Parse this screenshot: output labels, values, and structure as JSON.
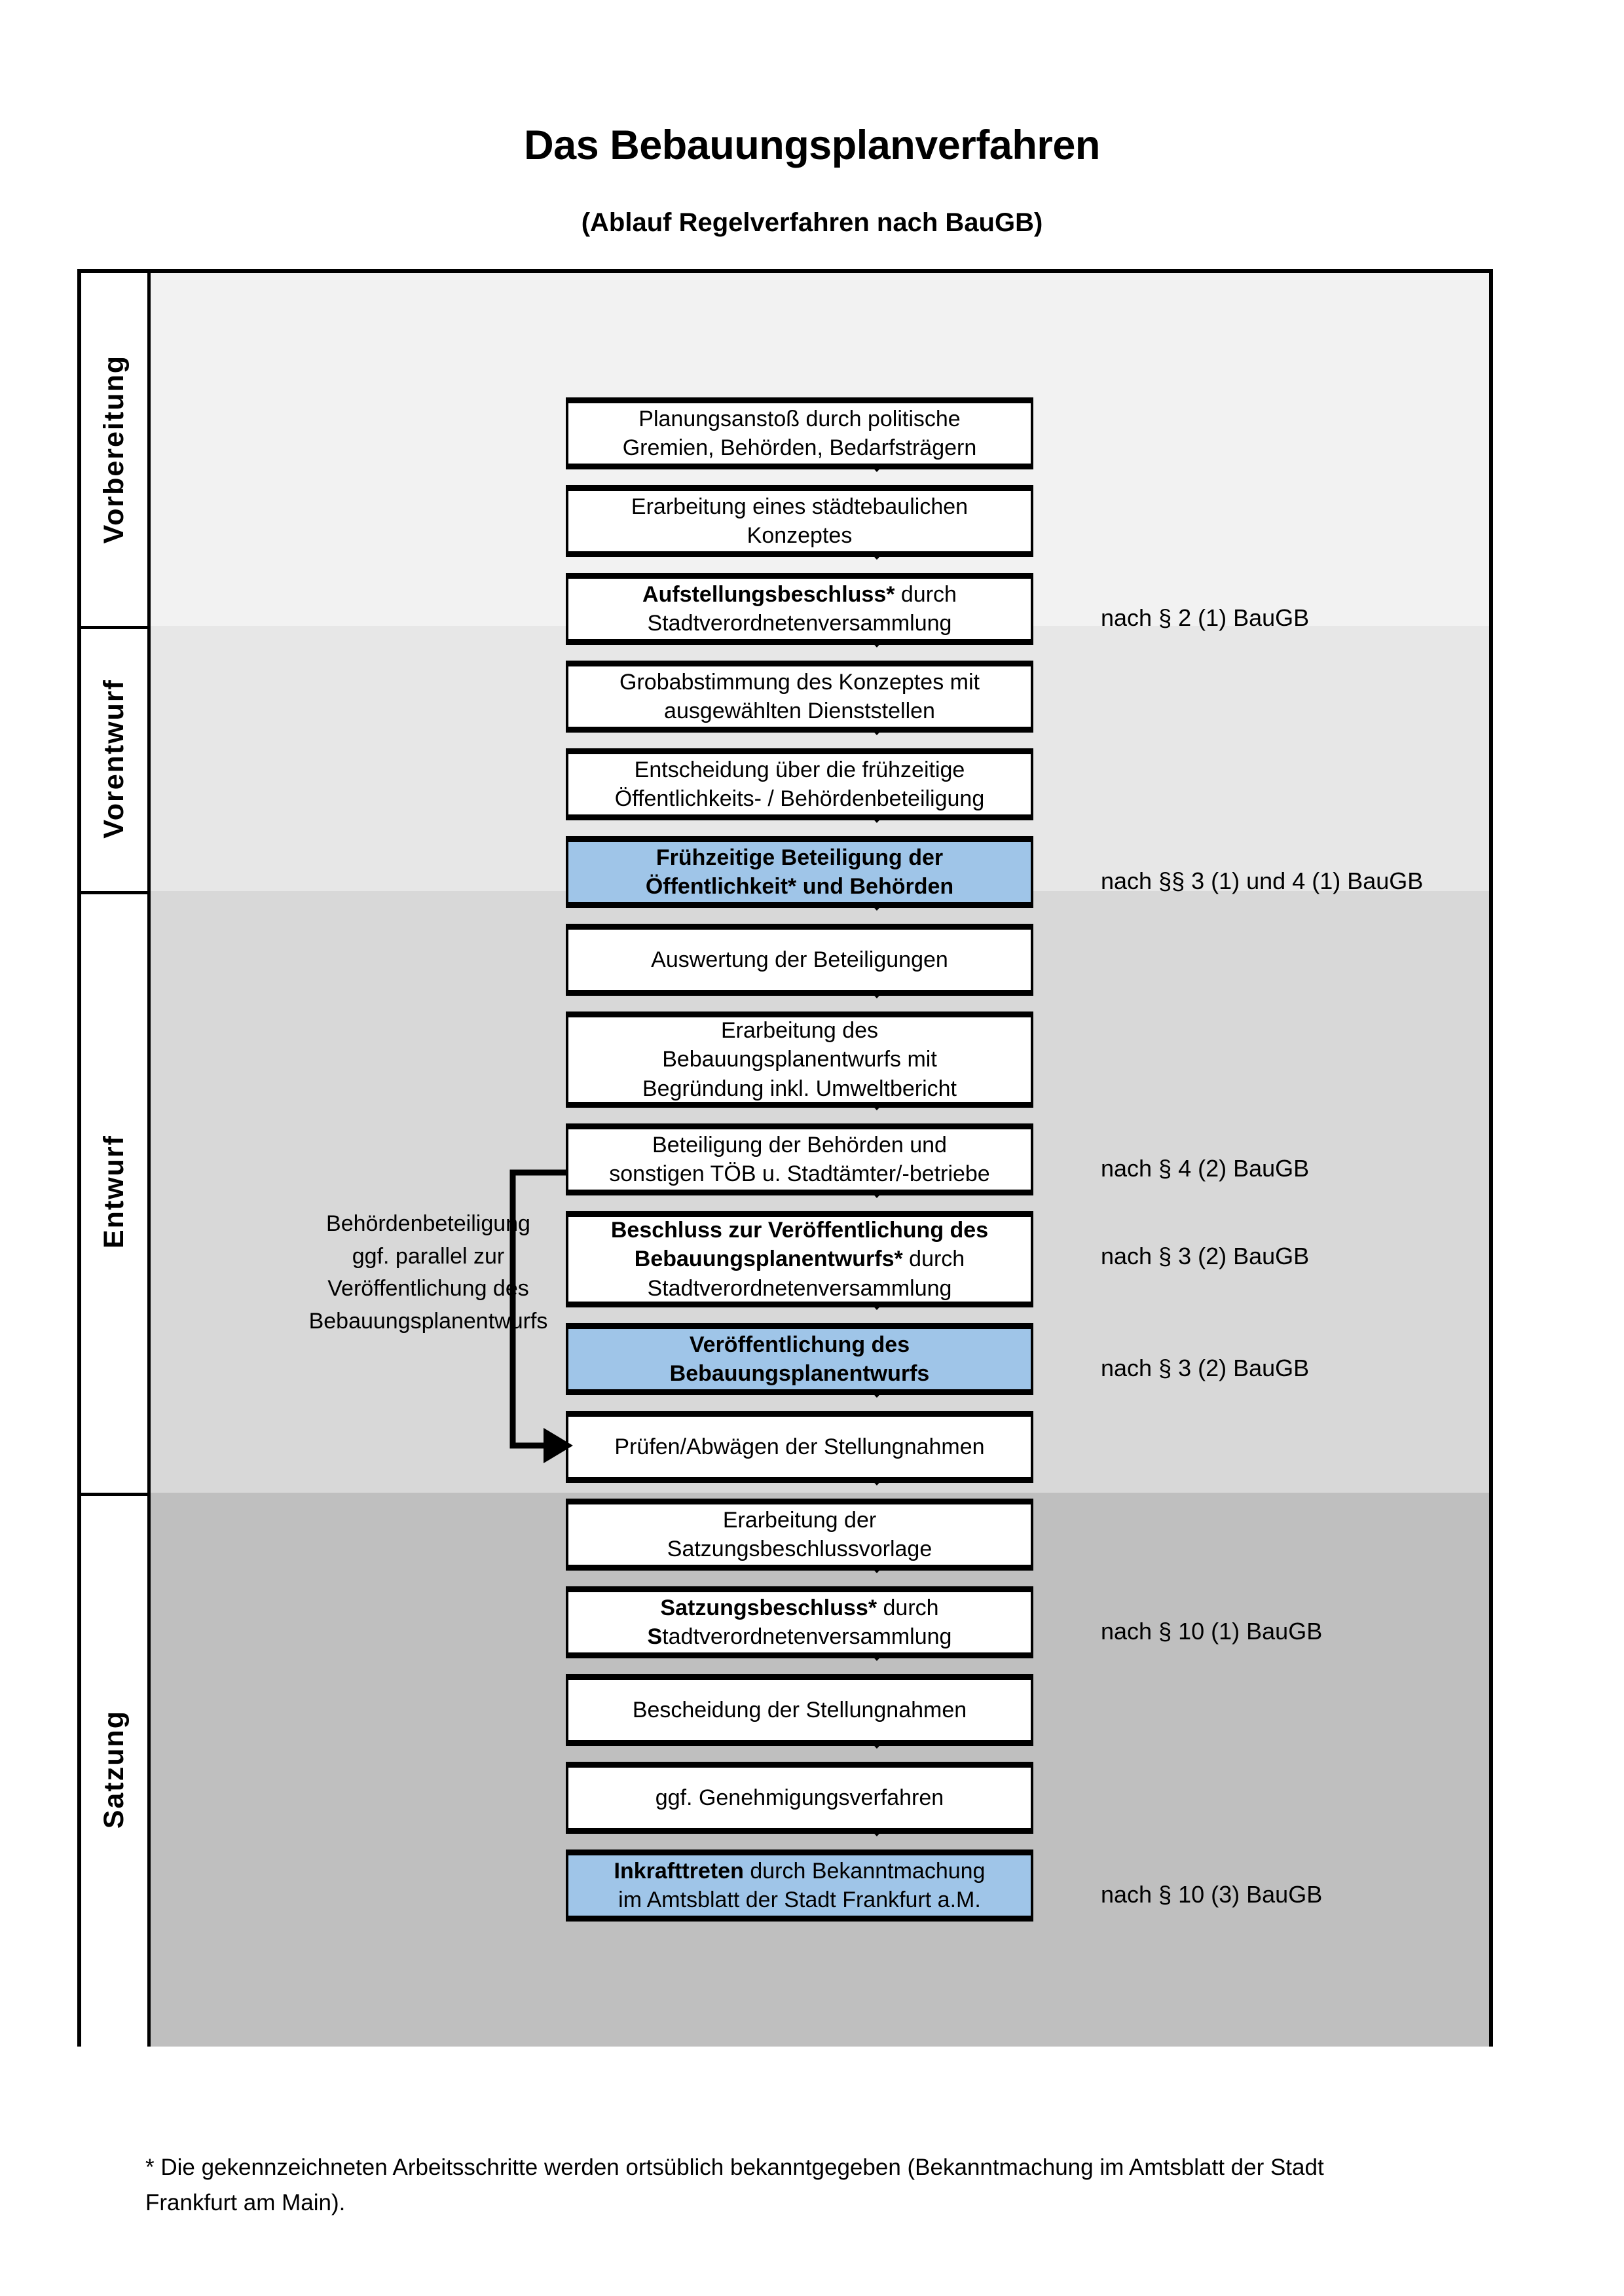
{
  "header": {
    "title": "Das Bebauungsplanverfahren",
    "subtitle": "(Ablauf Regelverfahren nach BauGB)"
  },
  "phases": [
    {
      "id": "vorbereitung",
      "label": "Vorbereitung",
      "bg": "#F2F2F2"
    },
    {
      "id": "vorentwurf",
      "label": "Vorentwurf",
      "bg": "#E7E7E7"
    },
    {
      "id": "entwurf",
      "label": "Entwurf",
      "bg": "#D8D8D8"
    },
    {
      "id": "satzung",
      "label": "Satzung",
      "bg": "#BFBFBF"
    }
  ],
  "steps": [
    {
      "id": "s1",
      "phase": "vorbereitung",
      "lines": [
        "Planungsanstoß durch politische",
        "Gremien, Behörden, Bedarfsträgern"
      ],
      "bold": "",
      "highlight": false
    },
    {
      "id": "s2",
      "phase": "vorbereitung",
      "lines": [
        "Erarbeitung eines städtebaulichen",
        "Konzeptes"
      ],
      "bold": "",
      "highlight": false
    },
    {
      "id": "s3",
      "phase": "vorbereitung",
      "lines": [
        "Aufstellungsbeschluss* durch",
        "Stadtverordnetenversammlung"
      ],
      "bold": "Aufstellungsbeschluss*",
      "highlight": false
    },
    {
      "id": "s4",
      "phase": "vorentwurf",
      "lines": [
        "Grobabstimmung des Konzeptes mit",
        "ausgewählten Dienststellen"
      ],
      "bold": "",
      "highlight": false
    },
    {
      "id": "s5",
      "phase": "vorentwurf",
      "lines": [
        "Entscheidung über die frühzeitige",
        "Öffentlichkeits- / Behördenbeteiligung"
      ],
      "bold": "",
      "highlight": false
    },
    {
      "id": "s6",
      "phase": "vorentwurf",
      "lines": [
        "Frühzeitige Beteiligung der",
        "Öffentlichkeit* und Behörden"
      ],
      "bold": "all",
      "highlight": true
    },
    {
      "id": "s7",
      "phase": "entwurf",
      "lines": [
        "Auswertung der Beteiligungen"
      ],
      "bold": "",
      "highlight": false
    },
    {
      "id": "s8",
      "phase": "entwurf",
      "lines": [
        "Erarbeitung des",
        "Bebauungsplanentwurfs mit",
        "Begründung inkl. Umweltbericht"
      ],
      "bold": "",
      "highlight": false
    },
    {
      "id": "s9",
      "phase": "entwurf",
      "lines": [
        "Beteiligung der Behörden und",
        "sonstigen TÖB u. Stadtämter/-betriebe"
      ],
      "bold": "",
      "highlight": false
    },
    {
      "id": "s10",
      "phase": "entwurf",
      "lines": [
        "Beschluss zur Veröffentlichung des",
        "Bebauungsplanentwurfs* durch",
        "Stadtverordnetenversammlung"
      ],
      "bold": "Beschluss zur Veröffentlichung des Bebauungsplanentwurfs*",
      "highlight": false
    },
    {
      "id": "s11",
      "phase": "entwurf",
      "lines": [
        "Veröffentlichung des",
        "Bebauungsplanentwurfs"
      ],
      "bold": "all",
      "highlight": true
    },
    {
      "id": "s12",
      "phase": "satzung",
      "lines": [
        "Prüfen/Abwägen der Stellungnahmen"
      ],
      "bold": "",
      "highlight": false
    },
    {
      "id": "s13",
      "phase": "satzung",
      "lines": [
        "Erarbeitung der",
        "Satzungsbeschlussvorlage"
      ],
      "bold": "",
      "highlight": false
    },
    {
      "id": "s14",
      "phase": "satzung",
      "lines": [
        "Satzungsbeschluss* durch",
        "Stadtverordnetenversammlung"
      ],
      "bold": "Satzungsbeschluss*",
      "highlight": false
    },
    {
      "id": "s15",
      "phase": "satzung",
      "lines": [
        "Bescheidung der Stellungnahmen"
      ],
      "bold": "",
      "highlight": false
    },
    {
      "id": "s16",
      "phase": "satzung",
      "lines": [
        "ggf. Genehmigungsverfahren"
      ],
      "bold": "",
      "highlight": false
    },
    {
      "id": "s17",
      "phase": "satzung",
      "lines": [
        "Inkrafttreten durch Bekanntmachung",
        "im Amtsblatt der Stadt Frankfurt a.M."
      ],
      "bold": "Inkrafttreten",
      "highlight": true
    }
  ],
  "annotations": [
    {
      "id": "a1",
      "text": "nach § 2 (1) BauGB"
    },
    {
      "id": "a2",
      "text": "nach §§ 3 (1) und 4 (1) BauGB"
    },
    {
      "id": "a3",
      "text": "nach § 4 (2) BauGB"
    },
    {
      "id": "a4",
      "text": "nach § 3 (2) BauGB"
    },
    {
      "id": "a5",
      "text": "nach § 3 (2) BauGB"
    },
    {
      "id": "a6",
      "text": "nach § 10 (1) BauGB"
    },
    {
      "id": "a7",
      "text": "nach § 10 (3) BauGB"
    }
  ],
  "sidenote": {
    "line1": "Behördenbeteiligung",
    "line2": "ggf. parallel zur",
    "line3": "Veröffentlichung des",
    "line4": "Bebauungsplanentwurfs"
  },
  "footnote": {
    "line1": "* Die gekennzeichneten Arbeitsschritte werden ortsüblich bekanntgegeben (Bekanntmachung im Amtsblatt  der Stadt",
    "line2": "Frankfurt am Main)."
  },
  "colors": {
    "highlight_fill": "#9FC5E8",
    "frame_stroke": "#000000"
  }
}
